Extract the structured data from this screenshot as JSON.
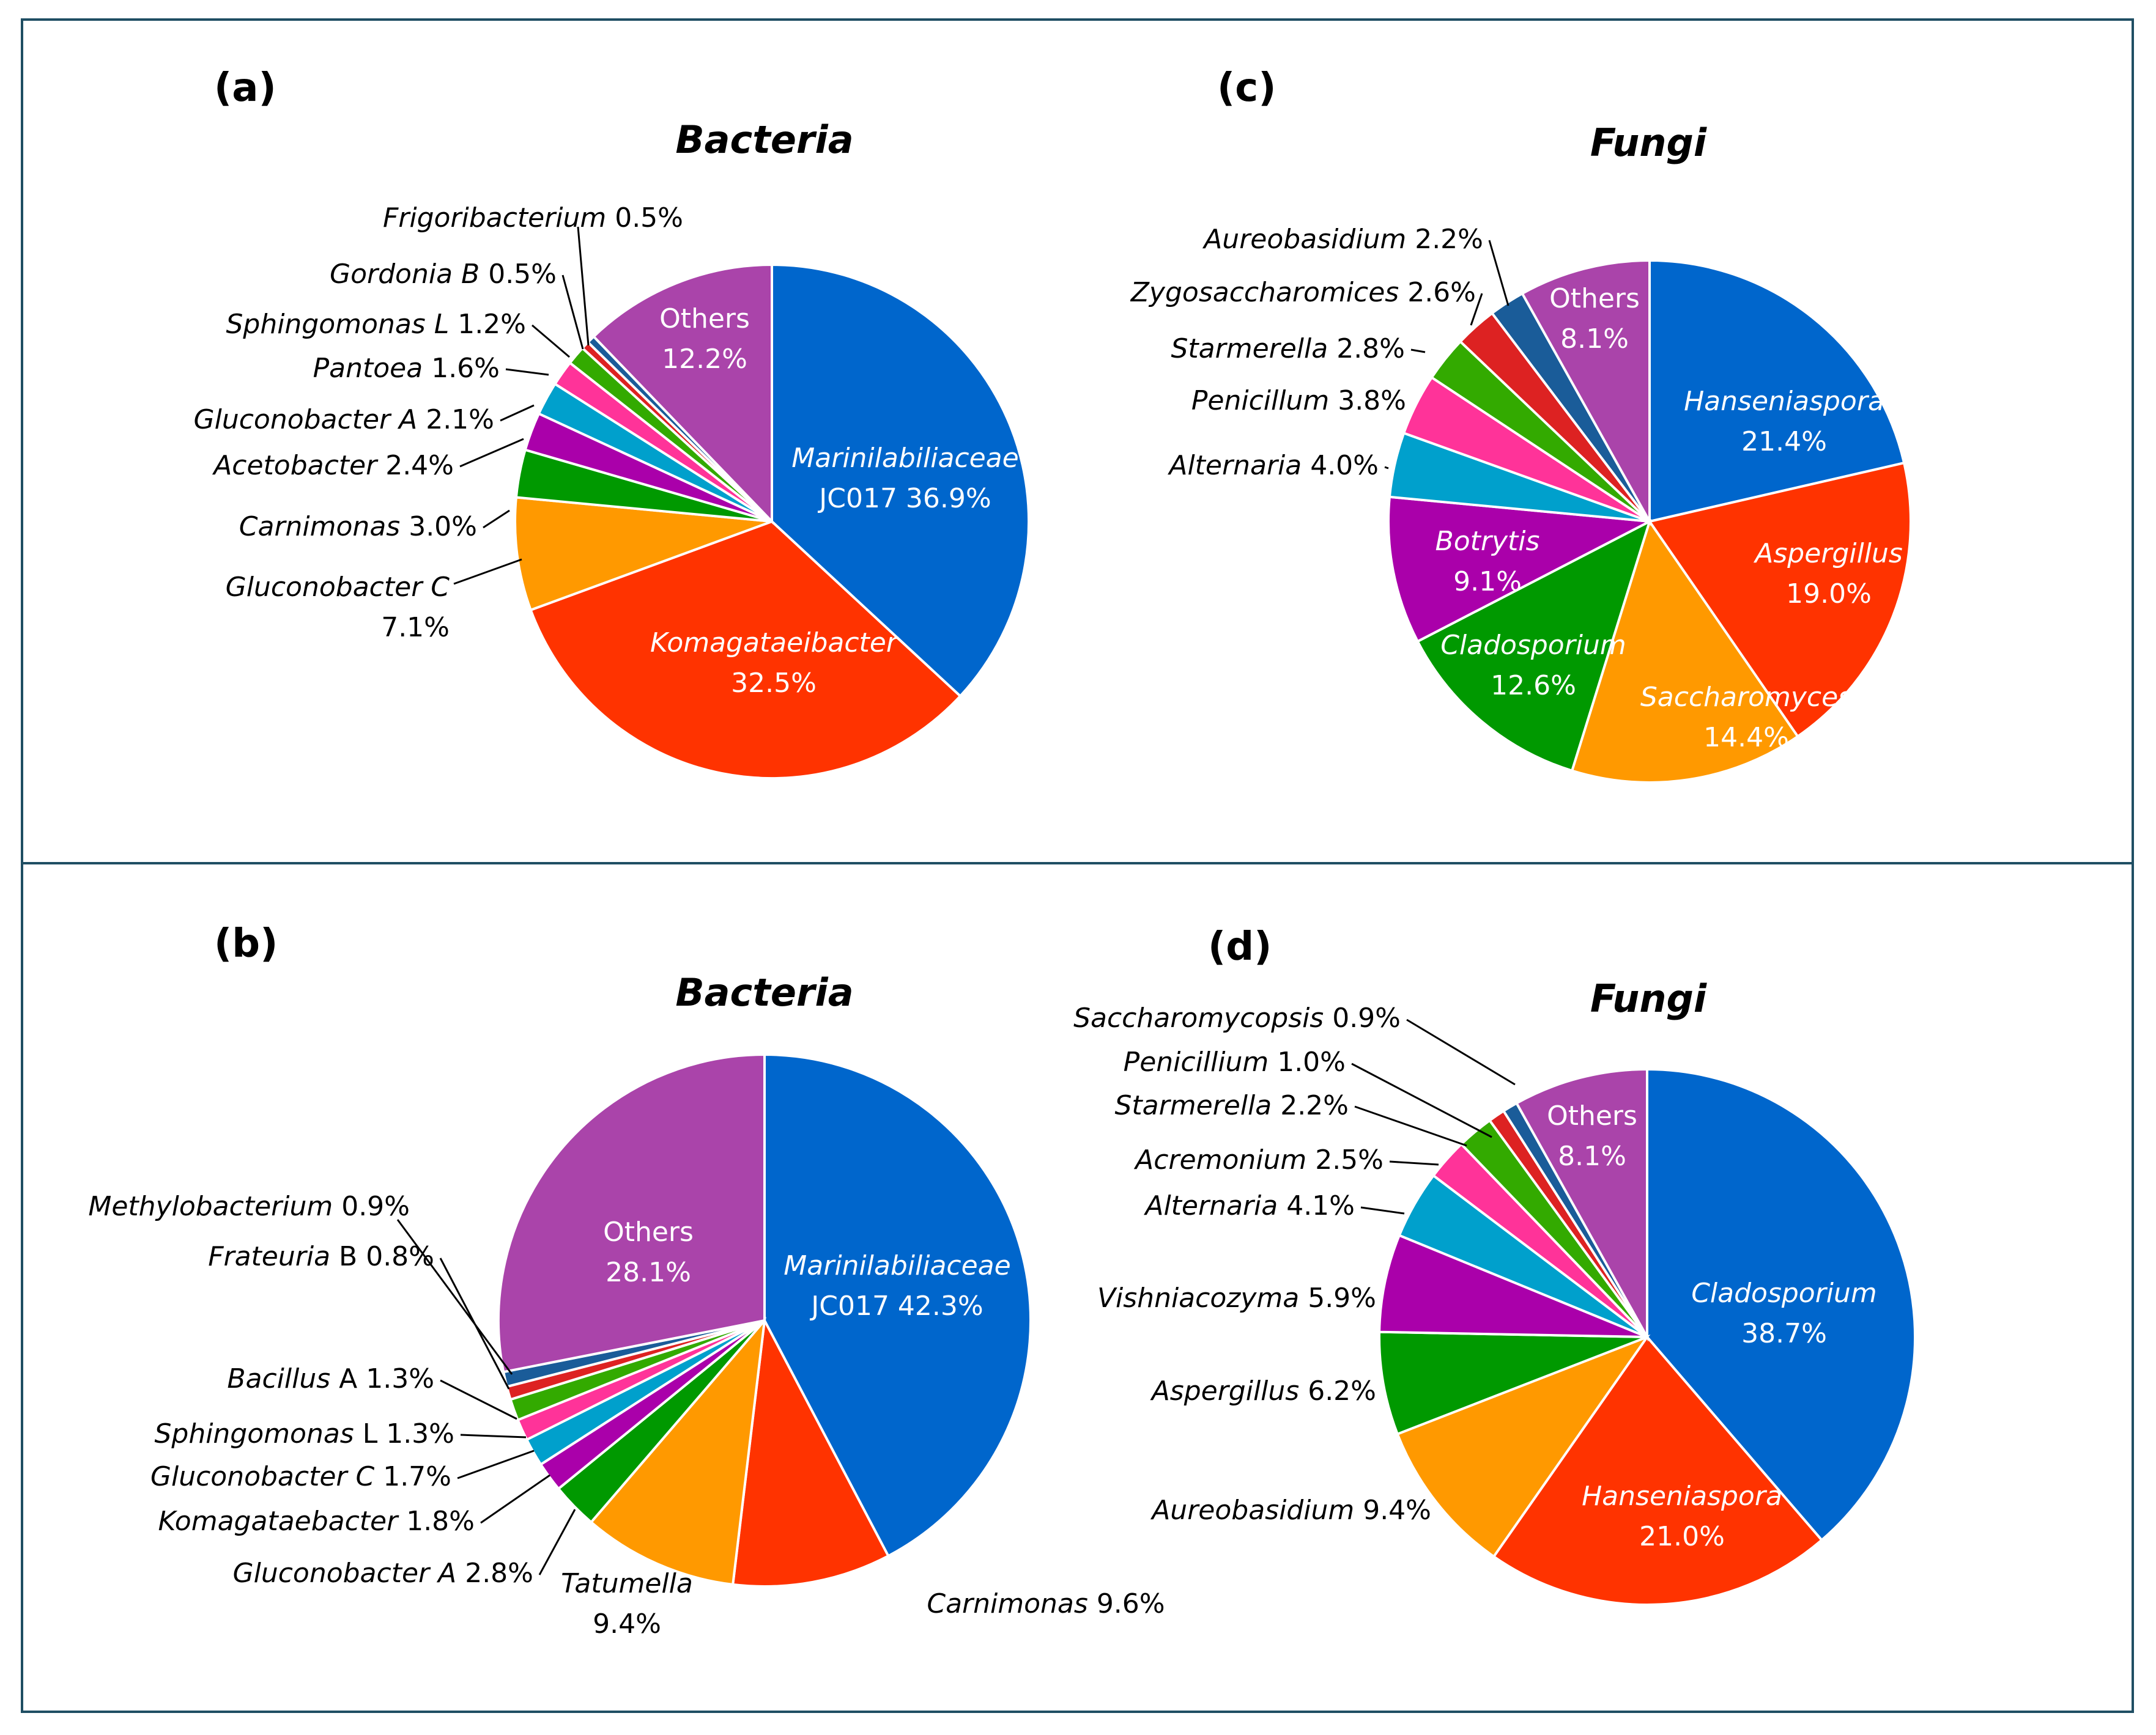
{
  "chart_data": [
    {
      "panel": "(a)",
      "title": "Bacteria",
      "type": "pie",
      "slices": [
        {
          "name": "Marinilabiliaceae JC017",
          "value": 36.9,
          "color": "#0066cc",
          "label": [
            "Marinilabiliaceae",
            "JC017 36.9%"
          ],
          "italic": [
            true,
            false
          ]
        },
        {
          "name": "Komagataeibacter",
          "value": 32.5,
          "color": "#ff3300",
          "label": [
            "Komagataeibacter",
            "32.5%"
          ],
          "italic": [
            true,
            false
          ]
        },
        {
          "name": "Gluconobacter C",
          "value": 7.1,
          "color": "#ff9900",
          "label": [
            "Gluconobacter C",
            "7.1%"
          ],
          "italic": [
            true,
            false
          ]
        },
        {
          "name": "Carnimonas",
          "value": 3.0,
          "color": "#009900",
          "label": [
            "Carnimonas",
            "3.0%"
          ],
          "italic": [
            true,
            false
          ]
        },
        {
          "name": "Acetobacter",
          "value": 2.4,
          "color": "#aa00aa",
          "label": [
            "Acetobacter",
            "2.4%"
          ],
          "italic": [
            true,
            false
          ]
        },
        {
          "name": "Gluconobacter A",
          "value": 2.1,
          "color": "#00a0cc",
          "label": [
            "Gluconobacter A",
            "2.1%"
          ],
          "italic": [
            true,
            false
          ]
        },
        {
          "name": "Pantoea",
          "value": 1.6,
          "color": "#ff3399",
          "label": [
            "Pantoea",
            "1.6%"
          ],
          "italic": [
            true,
            false
          ]
        },
        {
          "name": "Sphingomonas L",
          "value": 1.2,
          "color": "#33aa00",
          "label": [
            "Sphingomonas L",
            "1.2%"
          ],
          "italic": [
            true,
            false
          ]
        },
        {
          "name": "Gordonia B",
          "value": 0.5,
          "color": "#dd2222",
          "label": [
            "Gordonia B",
            "0.5%"
          ],
          "italic": [
            true,
            false
          ]
        },
        {
          "name": "Frigoribacterium",
          "value": 0.5,
          "color": "#1a5c99",
          "label": [
            "Frigoribacterium",
            "0.5%"
          ],
          "italic": [
            true,
            false
          ]
        },
        {
          "name": "Others",
          "value": 12.2,
          "color": "#aa44aa",
          "label": [
            "Others",
            "12.2%"
          ],
          "italic": [
            false,
            false
          ]
        }
      ]
    },
    {
      "panel": "(c)",
      "title": "Fungi",
      "type": "pie",
      "slices": [
        {
          "name": "Hanseniaspora",
          "value": 21.4,
          "color": "#0066cc",
          "label": [
            "Hanseniaspora",
            "21.4%"
          ],
          "italic": [
            true,
            false
          ]
        },
        {
          "name": "Aspergillus",
          "value": 19.0,
          "color": "#ff3300",
          "label": [
            "Aspergillus",
            "19.0%"
          ],
          "italic": [
            true,
            false
          ]
        },
        {
          "name": "Saccharomyces",
          "value": 14.4,
          "color": "#ff9900",
          "label": [
            "Saccharomyces",
            "14.4%"
          ],
          "italic": [
            true,
            false
          ]
        },
        {
          "name": "Cladosporium",
          "value": 12.6,
          "color": "#009900",
          "label": [
            "Cladosporium",
            "12.6%"
          ],
          "italic": [
            true,
            false
          ]
        },
        {
          "name": "Botrytis",
          "value": 9.1,
          "color": "#aa00aa",
          "label": [
            "Botrytis",
            "9.1%"
          ],
          "italic": [
            true,
            false
          ]
        },
        {
          "name": "Alternaria",
          "value": 4.0,
          "color": "#00a0cc",
          "label": [
            "Alternaria",
            "4.0%"
          ],
          "italic": [
            true,
            false
          ]
        },
        {
          "name": "Penicillum",
          "value": 3.8,
          "color": "#ff3399",
          "label": [
            "Penicillum",
            "3.8%"
          ],
          "italic": [
            true,
            false
          ]
        },
        {
          "name": "Starmerella",
          "value": 2.8,
          "color": "#33aa00",
          "label": [
            "Starmerella",
            "2.8%"
          ],
          "italic": [
            true,
            false
          ]
        },
        {
          "name": "Zygosaccharomices",
          "value": 2.6,
          "color": "#dd2222",
          "label": [
            "Zygosaccharomices",
            "2.6%"
          ],
          "italic": [
            true,
            false
          ]
        },
        {
          "name": "Aureobasidium",
          "value": 2.2,
          "color": "#1a5c99",
          "label": [
            "Aureobasidium",
            "2.2%"
          ],
          "italic": [
            true,
            false
          ]
        },
        {
          "name": "Others",
          "value": 8.1,
          "color": "#aa44aa",
          "label": [
            "Others",
            "8.1%"
          ],
          "italic": [
            false,
            false
          ]
        }
      ]
    },
    {
      "panel": "(b)",
      "title": "Bacteria",
      "type": "pie",
      "slices": [
        {
          "name": "Marinilabiliaceae JC017",
          "value": 42.3,
          "color": "#0066cc",
          "label": [
            "Marinilabiliaceae",
            "JC017 42.3%"
          ],
          "italic": [
            true,
            false
          ]
        },
        {
          "name": "Carnimonas",
          "value": 9.6,
          "color": "#ff3300",
          "label": [
            "Carnimonas",
            "9.6%"
          ],
          "italic": [
            true,
            false
          ]
        },
        {
          "name": "Tatumella",
          "value": 9.4,
          "color": "#ff9900",
          "label": [
            "Tatumella",
            "9.4%"
          ],
          "italic": [
            true,
            false
          ]
        },
        {
          "name": "Gluconobacter A",
          "value": 2.8,
          "color": "#009900",
          "label": [
            "Gluconobacter A",
            "2.8%"
          ],
          "italic": [
            true,
            false
          ]
        },
        {
          "name": "Komagataebacter",
          "value": 1.8,
          "color": "#aa00aa",
          "label": [
            "Komagataebacter",
            "1.8%"
          ],
          "italic": [
            true,
            false
          ]
        },
        {
          "name": "Gluconobacter C",
          "value": 1.7,
          "color": "#00a0cc",
          "label": [
            "Gluconobacter C",
            "1.7%"
          ],
          "italic": [
            true,
            false
          ]
        },
        {
          "name": "Sphingomonas L",
          "value": 1.3,
          "color": "#ff3399",
          "label": [
            "Sphingomonas",
            "L 1.3%"
          ],
          "italic": [
            true,
            false
          ]
        },
        {
          "name": "Bacillus A",
          "value": 1.3,
          "color": "#33aa00",
          "label": [
            "Bacillus",
            "A 1.3%"
          ],
          "italic": [
            true,
            false
          ]
        },
        {
          "name": "Frateuria B",
          "value": 0.8,
          "color": "#dd2222",
          "label": [
            "Frateuria",
            "B 0.8%"
          ],
          "italic": [
            true,
            false
          ]
        },
        {
          "name": "Methylobacterium",
          "value": 0.9,
          "color": "#1a5c99",
          "label": [
            "Methylobacterium",
            "0.9%"
          ],
          "italic": [
            true,
            false
          ]
        },
        {
          "name": "Others",
          "value": 28.1,
          "color": "#aa44aa",
          "label": [
            "Others",
            "28.1%"
          ],
          "italic": [
            false,
            false
          ]
        }
      ]
    },
    {
      "panel": "(d)",
      "title": "Fungi",
      "type": "pie",
      "slices": [
        {
          "name": "Cladosporium",
          "value": 38.7,
          "color": "#0066cc",
          "label": [
            "Cladosporium",
            "38.7%"
          ],
          "italic": [
            true,
            false
          ]
        },
        {
          "name": "Hanseniaspora",
          "value": 21.0,
          "color": "#ff3300",
          "label": [
            "Hanseniaspora",
            "21.0%"
          ],
          "italic": [
            true,
            false
          ]
        },
        {
          "name": "Aureobasidium",
          "value": 9.4,
          "color": "#ff9900",
          "label": [
            "Aureobasidium",
            "9.4%"
          ],
          "italic": [
            true,
            false
          ]
        },
        {
          "name": "Aspergillus",
          "value": 6.2,
          "color": "#009900",
          "label": [
            "Aspergillus",
            "6.2%"
          ],
          "italic": [
            true,
            false
          ]
        },
        {
          "name": "Vishniacozyma",
          "value": 5.9,
          "color": "#aa00aa",
          "label": [
            "Vishniacozyma",
            "5.9%"
          ],
          "italic": [
            true,
            false
          ]
        },
        {
          "name": "Alternaria",
          "value": 4.1,
          "color": "#00a0cc",
          "label": [
            "Alternaria",
            "4.1%"
          ],
          "italic": [
            true,
            false
          ]
        },
        {
          "name": "Acremonium",
          "value": 2.5,
          "color": "#ff3399",
          "label": [
            "Acremonium",
            "2.5%"
          ],
          "italic": [
            true,
            false
          ]
        },
        {
          "name": "Starmerella",
          "value": 2.2,
          "color": "#33aa00",
          "label": [
            "Starmerella",
            "2.2%"
          ],
          "italic": [
            true,
            false
          ]
        },
        {
          "name": "Penicillium",
          "value": 1.0,
          "color": "#dd2222",
          "label": [
            "Penicillium",
            "1.0%"
          ],
          "italic": [
            true,
            false
          ]
        },
        {
          "name": "Saccharomycopsis",
          "value": 0.9,
          "color": "#1a5c99",
          "label": [
            "Saccharomycopsis",
            "0.9%"
          ],
          "italic": [
            true,
            false
          ]
        },
        {
          "name": "Others",
          "value": 8.1,
          "color": "#aa44aa",
          "label": [
            "Others",
            "8.1%"
          ],
          "italic": [
            false,
            false
          ]
        }
      ]
    }
  ]
}
